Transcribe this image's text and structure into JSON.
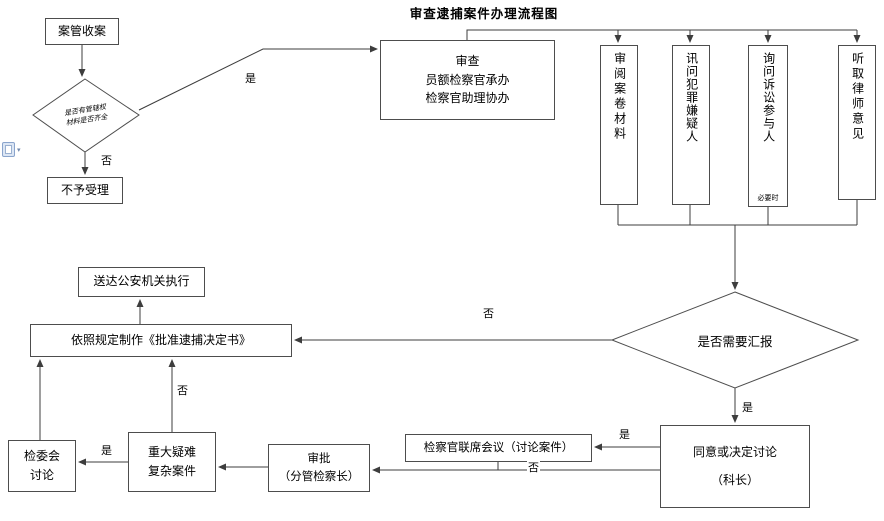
{
  "title": "审查逮捕案件办理流程图",
  "nodes": {
    "intake": "案管收案",
    "screen_check": {
      "line1": "是否有管辖权",
      "line2": "材料是否齐全"
    },
    "reject": "不予受理",
    "review": {
      "line1": "审查",
      "line2": "员额检察官承办",
      "line3": "检察官助理协办"
    },
    "read_file": "审阅案卷材料",
    "interrogate": "讯问犯罪嫌疑人",
    "inquire": "询问诉讼参与人",
    "inquire_note": "必要时",
    "lawyer": "听取律师意见",
    "need_report": "是否需要汇报",
    "make_doc": "依照规定制作《批准逮捕决定书》",
    "deliver": "送达公安机关执行",
    "agree": {
      "line1": "同意或决定讨论",
      "line2": "（科长）"
    },
    "joint_meeting": "检察官联席会议（讨论案件）",
    "approve": {
      "line1": "审批",
      "line2": "（分管检察长）"
    },
    "major_case": {
      "line1": "重大疑难",
      "line2": "复杂案件"
    },
    "committee": {
      "line1": "检委会",
      "line2": "讨论"
    }
  },
  "labels": {
    "to_review_yes": "是",
    "to_reject_no": "否",
    "no_report": "否",
    "need_report_yes": "是",
    "to_joint_yes": "是",
    "to_approve_no": "否",
    "to_makedoc_no": "否",
    "to_committee_yes": "是"
  },
  "colors": {
    "line": "#3d3d3d",
    "border": "#4d4d4d",
    "paste_icon_blue": "#8aa4cc"
  }
}
